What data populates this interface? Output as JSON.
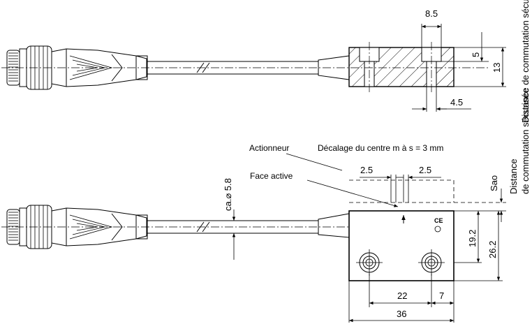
{
  "top_view": {
    "dim_hole_width": "8.5",
    "dim_5": "5",
    "dim_13": "13",
    "dim_4_5": "4.5",
    "label_switching_distance": "Distance de commutation sécurisée"
  },
  "bottom_view": {
    "label_actuator": "Actionneur",
    "label_center_offset": "Décalage du centre m à s = 3 mm",
    "label_active_face": "Face active",
    "dim_cable_dia": "ca.⌀ 5.8",
    "dim_2_5_left": "2.5",
    "dim_2_5_right": "2.5",
    "dim_sao": "Sao",
    "label_distance_line1": "Distance",
    "label_distance_line2": "de commutation sécurisée",
    "dim_19_2": "19.2",
    "dim_26_2": "26.2",
    "dim_22": "22",
    "dim_7": "7",
    "dim_36": "36",
    "mark_ce": "CE"
  }
}
